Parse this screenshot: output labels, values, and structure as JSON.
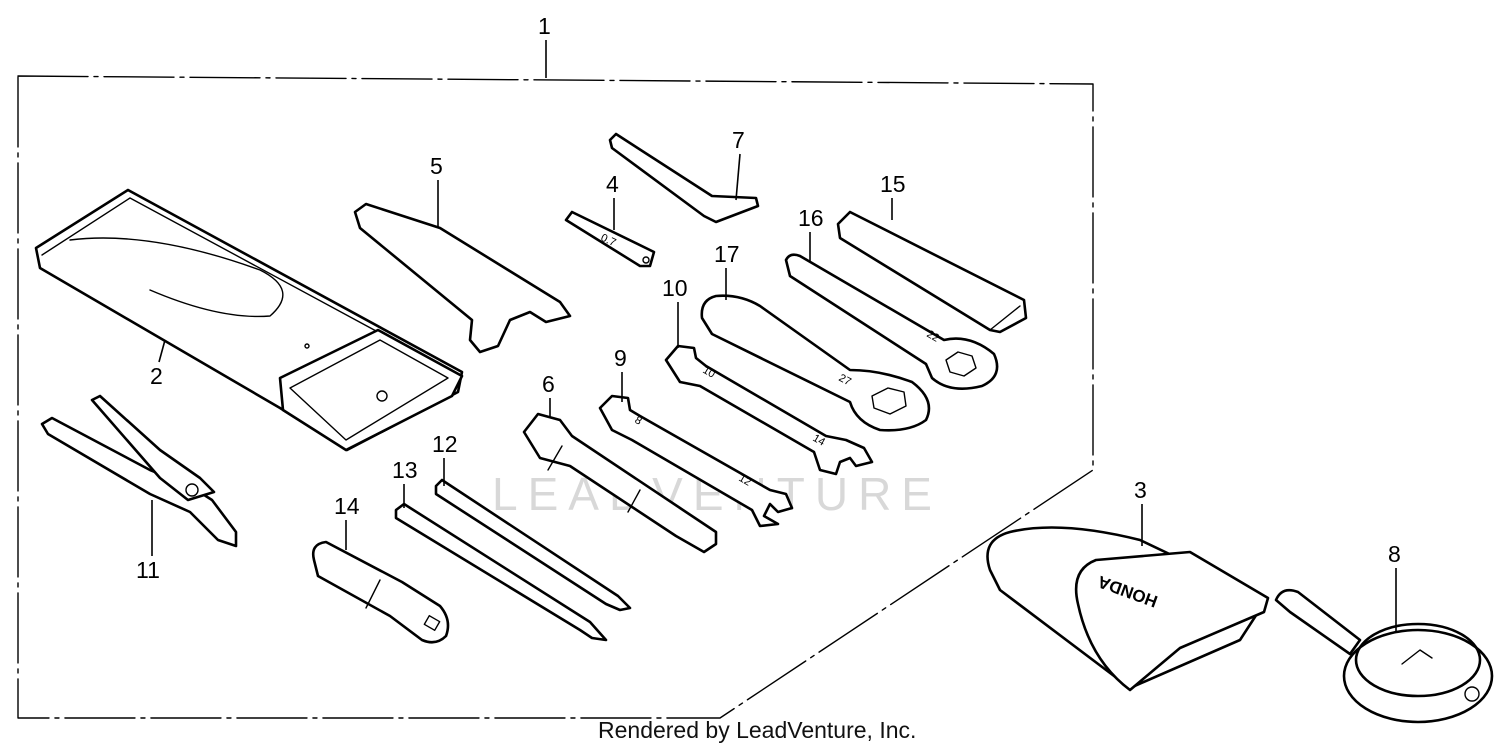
{
  "diagram": {
    "watermark": "LEADVENTURE",
    "footer": "Rendered by LeadVenture, Inc.",
    "brand_marking": "HONDA",
    "tool_markings": {
      "feeler_gauge": "0.7",
      "wrench_10_14_a": "10",
      "wrench_10_14_b": "14",
      "wrench_8_12_a": "8",
      "wrench_8_12_b": "12",
      "wrench_17_27": "27",
      "wrench_22": "22"
    },
    "callouts": {
      "c1": "1",
      "c2": "2",
      "c3": "3",
      "c4": "4",
      "c5": "5",
      "c6": "6",
      "c7": "7",
      "c8": "8",
      "c9": "9",
      "c10": "10",
      "c11": "11",
      "c12": "12",
      "c13": "13",
      "c14": "14",
      "c15": "15",
      "c16": "16",
      "c17": "17"
    }
  }
}
